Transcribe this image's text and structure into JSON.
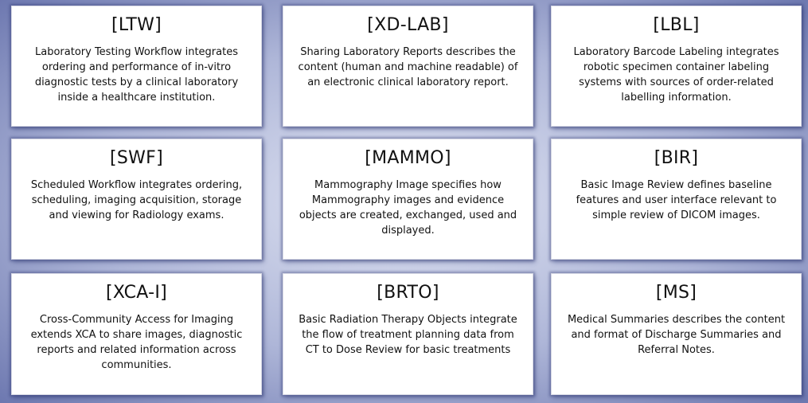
{
  "cards": [
    {
      "title": "[LTW]",
      "description": "Laboratory Testing Workflow integrates ordering and performance of in-vitro diagnostic tests by a clinical laboratory inside a healthcare institution."
    },
    {
      "title": "[XD-LAB]",
      "description": "Sharing Laboratory Reports describes the content (human and machine readable) of an electronic clinical laboratory report."
    },
    {
      "title": "[LBL]",
      "description": "Laboratory Barcode Labeling integrates robotic specimen container labeling systems with sources of order-related labelling information."
    },
    {
      "title": "[SWF]",
      "description": "Scheduled Workflow integrates ordering, scheduling, imaging acquisition, storage and viewing for Radiology exams."
    },
    {
      "title": "[MAMMO]",
      "description": "Mammography Image specifies how Mammography images and evidence objects are created, exchanged, used and displayed."
    },
    {
      "title": "[BIR]",
      "description": "Basic Image Review defines baseline features and user interface relevant to simple review of DICOM images."
    },
    {
      "title": "[XCA-I]",
      "description": "Cross-Community Access for Imaging extends XCA to share images, diagnostic reports and related information across communities."
    },
    {
      "title": "[BRTO]",
      "description": "Basic Radiation Therapy Objects integrate the flow of treatment planning data from CT to Dose Review for basic treatments"
    },
    {
      "title": "[MS]",
      "description": "Medical Summaries describes the content and format of Discharge Summaries and Referral Notes."
    }
  ]
}
